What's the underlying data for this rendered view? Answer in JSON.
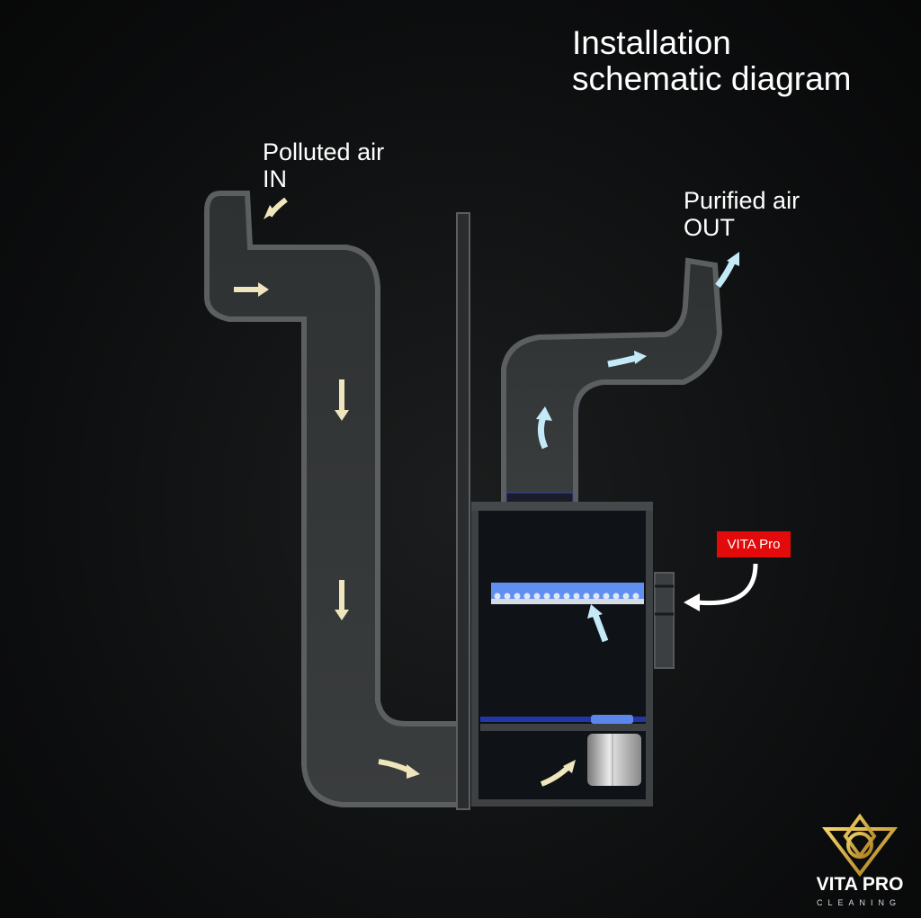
{
  "title": {
    "line1": "Installation",
    "line2": "schematic diagram"
  },
  "inlet": {
    "line1": "Polluted air",
    "line2": "IN"
  },
  "outlet": {
    "line1": "Purified air",
    "line2": "OUT"
  },
  "device_label": "VITA Pro",
  "logo": {
    "name": "VITA PRO",
    "sub": "CLEANING"
  },
  "colors": {
    "intake_arrow": "#efe6bd",
    "clean_arrow": "#c4e9f7",
    "label_bg": "#e20a0a",
    "uv_light": "#6f9cf5",
    "logo_gold": "#d9ad3a"
  }
}
